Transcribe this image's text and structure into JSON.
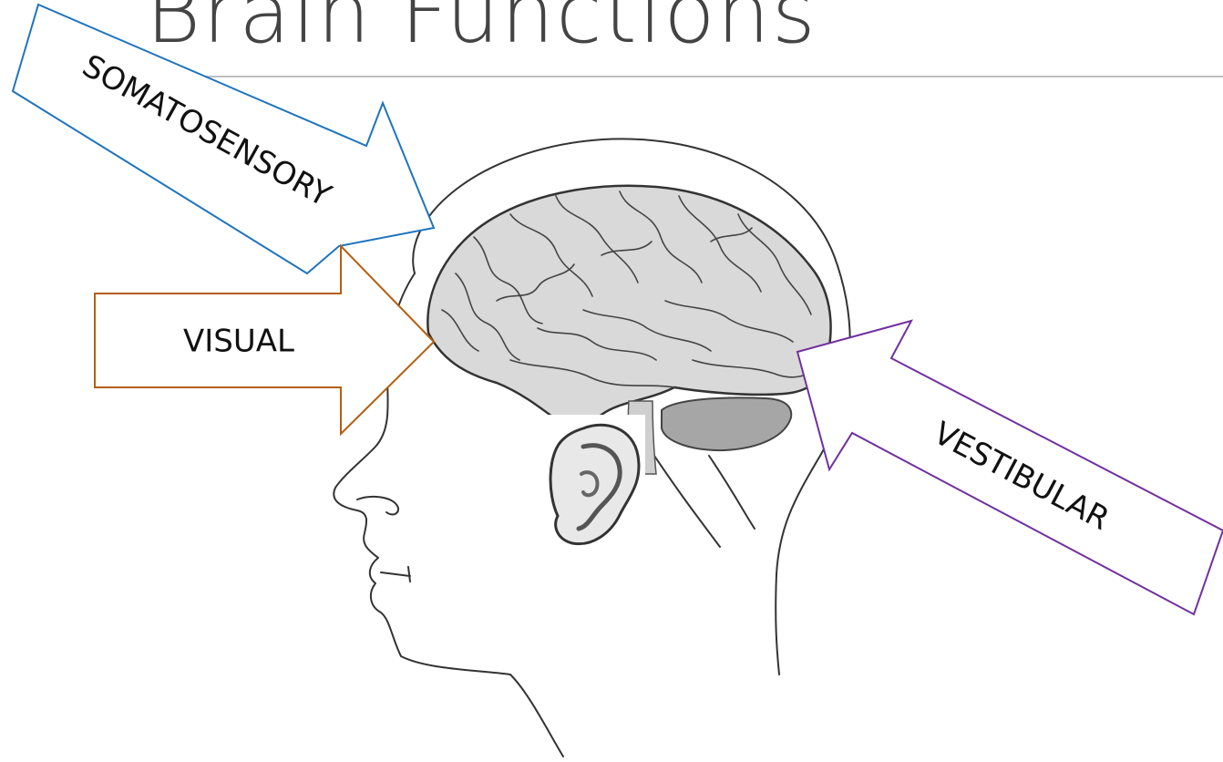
{
  "slide": {
    "title": "Brain Functions"
  },
  "arrows": {
    "somatosensory": {
      "label": "SOMATOSENSORY",
      "color": "#1f74bd"
    },
    "visual": {
      "label": "VISUAL",
      "color": "#b35f10"
    },
    "vestibular": {
      "label": "VESTIBULAR",
      "color": "#7030a0"
    }
  },
  "icons": {
    "head": "human-head-profile",
    "brain": "brain-lateral-view",
    "cerebellum": "cerebellum",
    "ear": "ear"
  }
}
